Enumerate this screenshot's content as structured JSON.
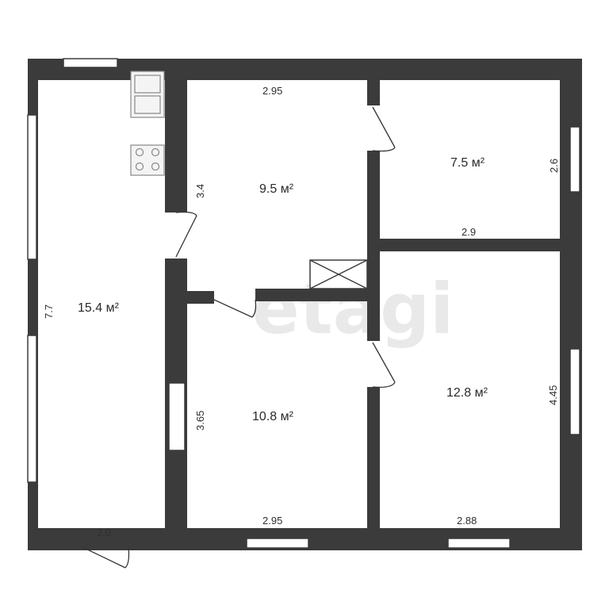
{
  "watermark": "etagi",
  "rooms": [
    {
      "id": "kitchen",
      "area": "15.4 м²",
      "dims": [
        "7.7",
        "2.0"
      ]
    },
    {
      "id": "room-top-middle",
      "area": "9.5 м²",
      "dims": [
        "2.95",
        "3.4"
      ]
    },
    {
      "id": "room-top-right",
      "area": "7.5 м²",
      "dims": [
        "2.6",
        "2.9"
      ]
    },
    {
      "id": "room-bottom-middle",
      "area": "10.8 м²",
      "dims": [
        "3.65",
        "2.95"
      ]
    },
    {
      "id": "room-bottom-right",
      "area": "12.8 м²",
      "dims": [
        "4.45",
        "2.88"
      ]
    }
  ],
  "colors": {
    "wall": "#3b3b3b",
    "window": "#ffffff",
    "fixture": "#b5b5b5"
  }
}
